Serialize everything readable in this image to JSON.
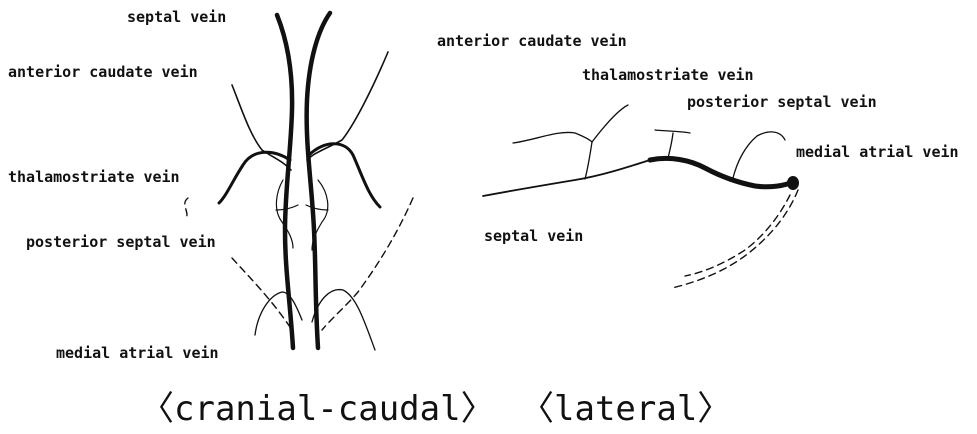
{
  "cranial_caudal": {
    "labels": {
      "septal_vein": "septal vein",
      "anterior_caudate_vein": "anterior caudate vein",
      "thalamostriate_vein": "thalamostriate vein",
      "posterior_septal_vein": "posterior septal vein",
      "medial_atrial_vein": "medial atrial vein"
    },
    "view_title": "〈cranial-caudal〉"
  },
  "lateral": {
    "labels": {
      "anterior_caudate_vein": "anterior caudate vein",
      "thalamostriate_vein": "thalamostriate vein",
      "posterior_septal_vein": "posterior septal vein",
      "medial_atrial_vein": "medial atrial vein",
      "septal_vein": "septal vein"
    },
    "view_title": "〈lateral〉"
  }
}
